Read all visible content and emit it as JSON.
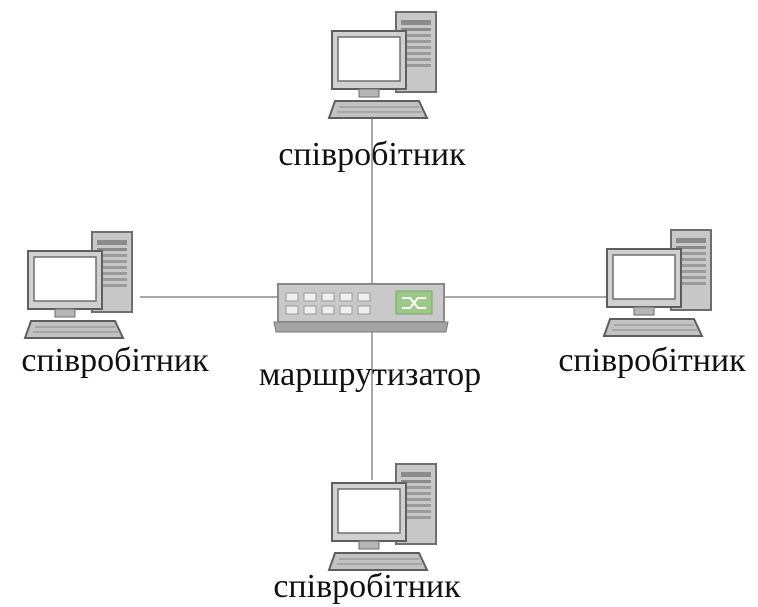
{
  "diagram": {
    "router_label": "маршрутизатор",
    "nodes": [
      {
        "id": "top",
        "label": "співробітник"
      },
      {
        "id": "left",
        "label": "співробітник"
      },
      {
        "id": "right",
        "label": "співробітник"
      },
      {
        "id": "bottom",
        "label": "співробітник"
      }
    ]
  },
  "colors": {
    "line": "#a9a9a9",
    "device_body": "#c8c8c8",
    "device_shadow": "#7a7a7a",
    "screen": "#ffffff",
    "router_port": "#e9e9e9",
    "router_uplink": "#9cc987"
  }
}
